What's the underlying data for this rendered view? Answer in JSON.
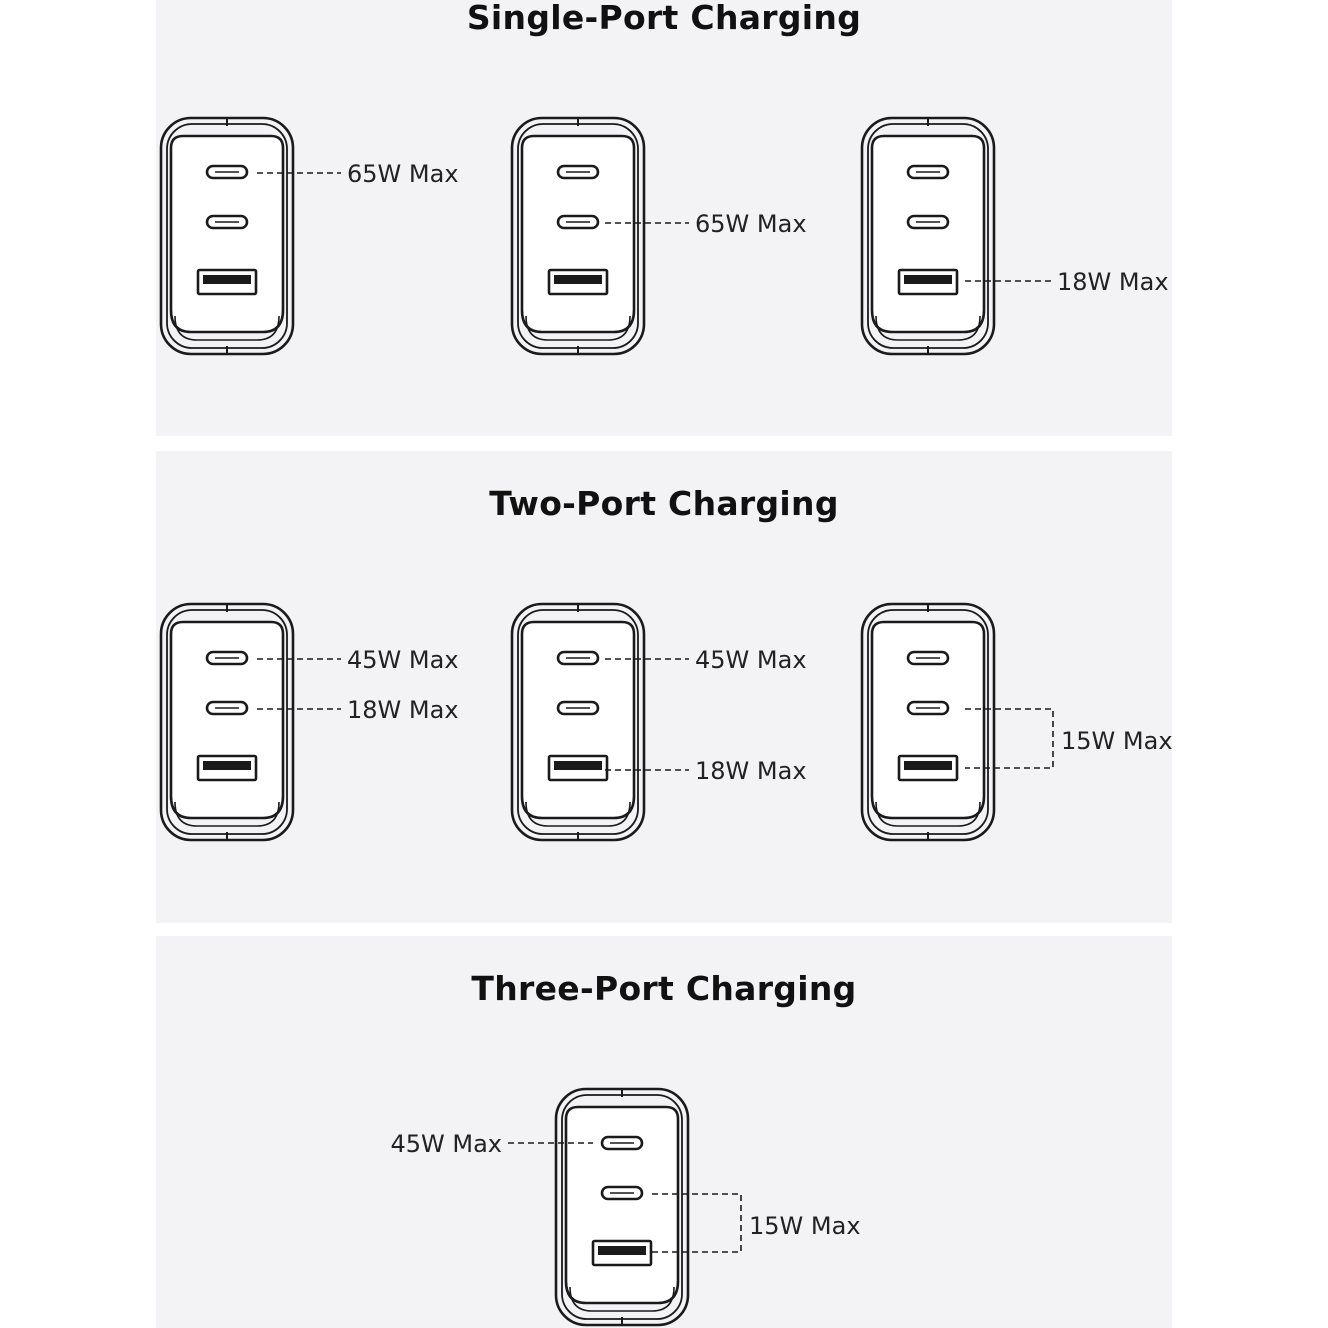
{
  "panels": [
    {
      "title": "Single-Port Charging",
      "chargers": [
        {
          "labels": [
            "65W Max"
          ]
        },
        {
          "labels": [
            "65W Max"
          ]
        },
        {
          "labels": [
            "18W Max"
          ]
        }
      ]
    },
    {
      "title": "Two-Port Charging",
      "chargers": [
        {
          "labels": [
            "45W Max",
            "18W Max"
          ]
        },
        {
          "labels": [
            "45W Max",
            "18W Max"
          ]
        },
        {
          "labels": [
            "15W Max"
          ]
        }
      ]
    },
    {
      "title": "Three-Port Charging",
      "chargers": [
        {
          "labels": [
            "45W Max",
            "15W Max"
          ]
        }
      ]
    }
  ],
  "ports": [
    "usb-c-1",
    "usb-c-2",
    "usb-a"
  ],
  "colors": {
    "panel_bg": "#f3f3f5",
    "line": "#1a1a1a",
    "text": "#222222"
  }
}
